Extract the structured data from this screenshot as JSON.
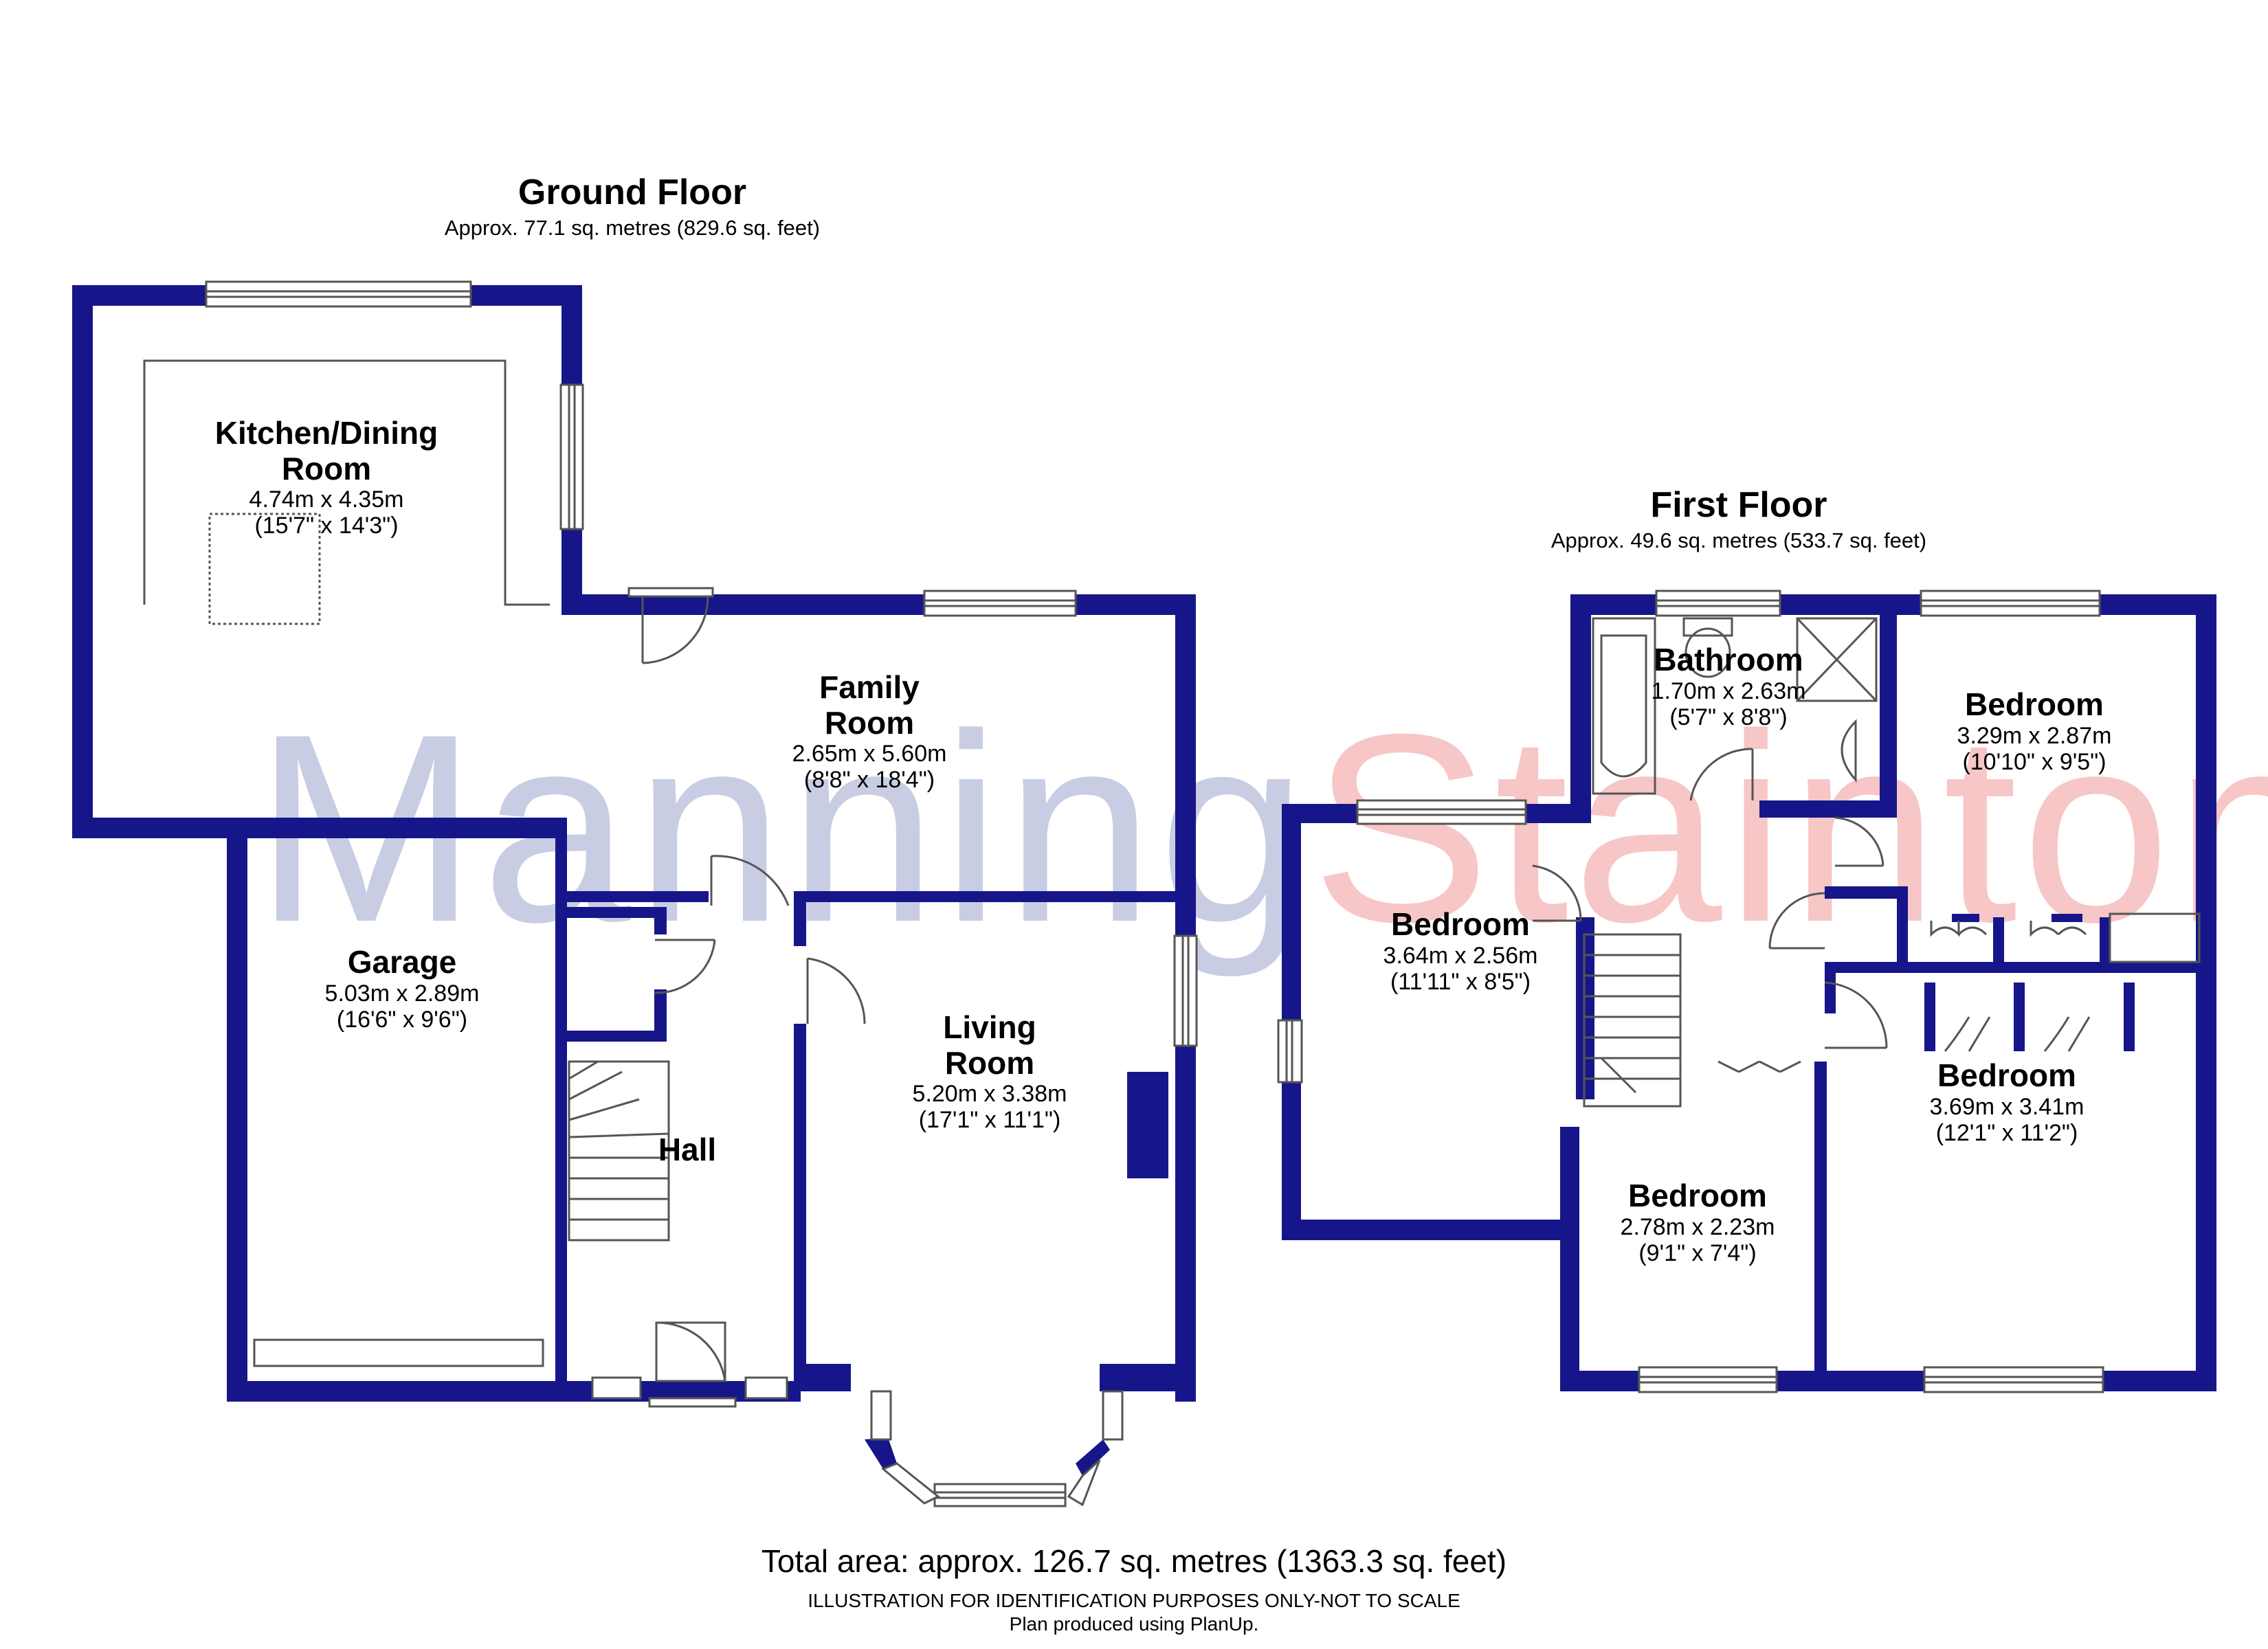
{
  "watermark": {
    "part1": "Manning",
    "part2": "Stainton",
    "color1": "#c9cde3",
    "color2": "#f7c6c6"
  },
  "colors": {
    "wall": "#16168a",
    "fixture": "#555555"
  },
  "ground_floor": {
    "title": "Ground Floor",
    "area": "Approx. 77.1 sq. metres (829.6 sq. feet)",
    "rooms": {
      "kitchen": {
        "name": "Kitchen/Dining Room",
        "metric": "4.74m x 4.35m",
        "imperial": "(15'7\" x 14'3\")"
      },
      "family": {
        "name": "Family Room",
        "metric": "2.65m x 5.60m",
        "imperial": "(8'8\" x 18'4\")"
      },
      "garage": {
        "name": "Garage",
        "metric": "5.03m x 2.89m",
        "imperial": "(16'6\" x 9'6\")"
      },
      "living": {
        "name": "Living Room",
        "metric": "5.20m x 3.38m",
        "imperial": "(17'1\" x 11'1\")"
      },
      "hall": {
        "name": "Hall"
      }
    }
  },
  "first_floor": {
    "title": "First Floor",
    "area": "Approx. 49.6 sq. metres (533.7 sq. feet)",
    "rooms": {
      "bathroom": {
        "name": "Bathroom",
        "metric": "1.70m x 2.63m",
        "imperial": "(5'7\" x 8'8\")"
      },
      "bedroom_ne": {
        "name": "Bedroom",
        "metric": "3.29m x 2.87m",
        "imperial": "(10'10\" x 9'5\")"
      },
      "bedroom_w": {
        "name": "Bedroom",
        "metric": "3.64m x 2.56m",
        "imperial": "(11'11\" x 8'5\")"
      },
      "bedroom_se": {
        "name": "Bedroom",
        "metric": "3.69m x 3.41m",
        "imperial": "(12'1\" x 11'2\")"
      },
      "bedroom_s": {
        "name": "Bedroom",
        "metric": "2.78m x 2.23m",
        "imperial": "(9'1\" x 7'4\")"
      }
    }
  },
  "footer": {
    "total": "Total area: approx. 126.7 sq. metres (1363.3 sq. feet)",
    "note1": "ILLUSTRATION FOR IDENTIFICATION PURPOSES ONLY-NOT TO SCALE",
    "note2": "Plan produced using PlanUp."
  }
}
